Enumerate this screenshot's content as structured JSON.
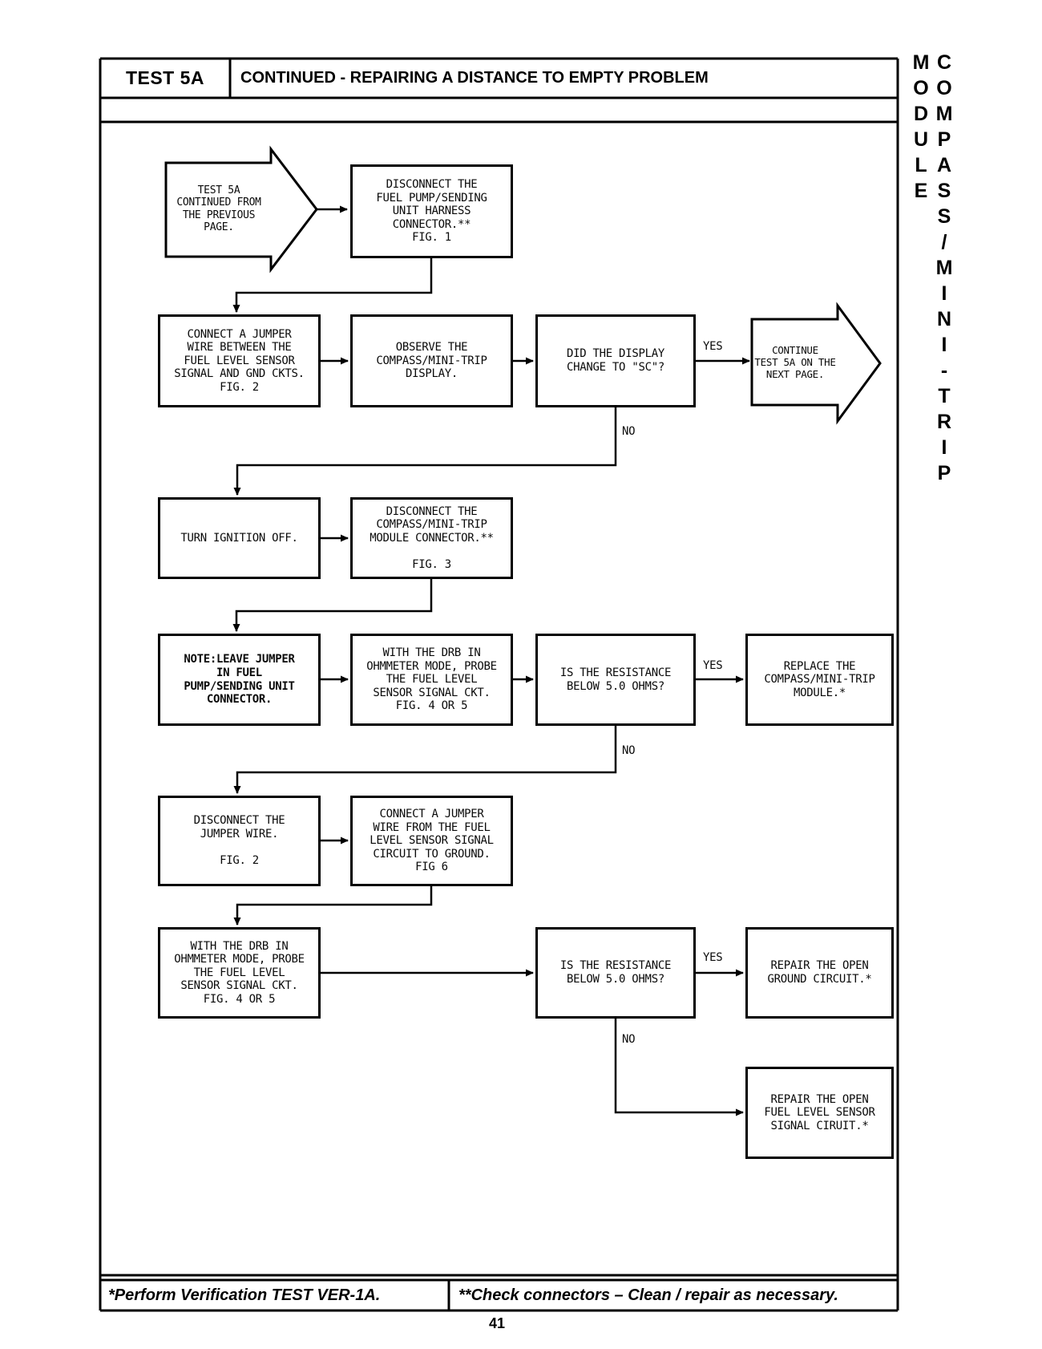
{
  "colors": {
    "ink": "#000000",
    "paper": "#ffffff"
  },
  "header": {
    "test_label": "TEST 5A",
    "title": "CONTINUED - REPAIRING A DISTANCE TO EMPTY PROBLEM"
  },
  "sidebar": {
    "vertical_text": "COMPASS/MINI-TRIP MODULE"
  },
  "labels": {
    "yes": "YES",
    "no": "NO"
  },
  "flowchart": {
    "start_arrow": "TEST 5A\nCONTINUED FROM\nTHE PREVIOUS\nPAGE.",
    "disconnect_fuel_pump": "DISCONNECT THE\nFUEL PUMP/SENDING\nUNIT HARNESS\nCONNECTOR.**\nFIG. 1",
    "connect_jumper": "CONNECT A JUMPER\nWIRE BETWEEN THE\nFUEL LEVEL SENSOR\nSIGNAL AND GND CKTS.\nFIG. 2",
    "observe_display": "OBSERVE THE\nCOMPASS/MINI-TRIP\nDISPLAY.",
    "display_change_sc": "DID THE DISPLAY\nCHANGE TO \"SC\"?",
    "continue_next_page": "CONTINUE\nTEST 5A ON THE\nNEXT PAGE.",
    "turn_ignition_off": "TURN IGNITION OFF.",
    "disconnect_module": "DISCONNECT THE\nCOMPASS/MINI-TRIP\nMODULE CONNECTOR.**\n\nFIG. 3",
    "note_leave_jumper": "NOTE:LEAVE JUMPER\nIN FUEL\nPUMP/SENDING UNIT\nCONNECTOR.",
    "drb_ohmmeter_1": "WITH THE DRB IN\nOHMMETER MODE, PROBE\nTHE FUEL LEVEL\nSENSOR SIGNAL CKT.\nFIG. 4 OR 5",
    "resistance_below_1": "IS THE RESISTANCE\nBELOW 5.0 OHMS?",
    "replace_module": "REPLACE THE\nCOMPASS/MINI-TRIP\nMODULE.*",
    "disconnect_jumper": "DISCONNECT THE\nJUMPER WIRE.\n\nFIG. 2",
    "connect_jumper_ground": "CONNECT A JUMPER\nWIRE FROM THE FUEL\nLEVEL SENSOR SIGNAL\nCIRCUIT TO GROUND.\nFIG 6",
    "drb_ohmmeter_2": "WITH THE DRB IN\nOHMMETER MODE, PROBE\nTHE FUEL LEVEL\nSENSOR SIGNAL CKT.\nFIG. 4 OR 5",
    "resistance_below_2": "IS THE RESISTANCE\nBELOW 5.0 OHMS?",
    "repair_ground": "REPAIR THE OPEN\nGROUND CIRCUIT.*",
    "repair_signal": "REPAIR THE OPEN\nFUEL LEVEL SENSOR\nSIGNAL CIRUIT.*"
  },
  "footer": {
    "note1": "*Perform Verification TEST VER-1A.",
    "note2": "**Check connectors – Clean / repair as necessary.",
    "page_number": "41"
  }
}
